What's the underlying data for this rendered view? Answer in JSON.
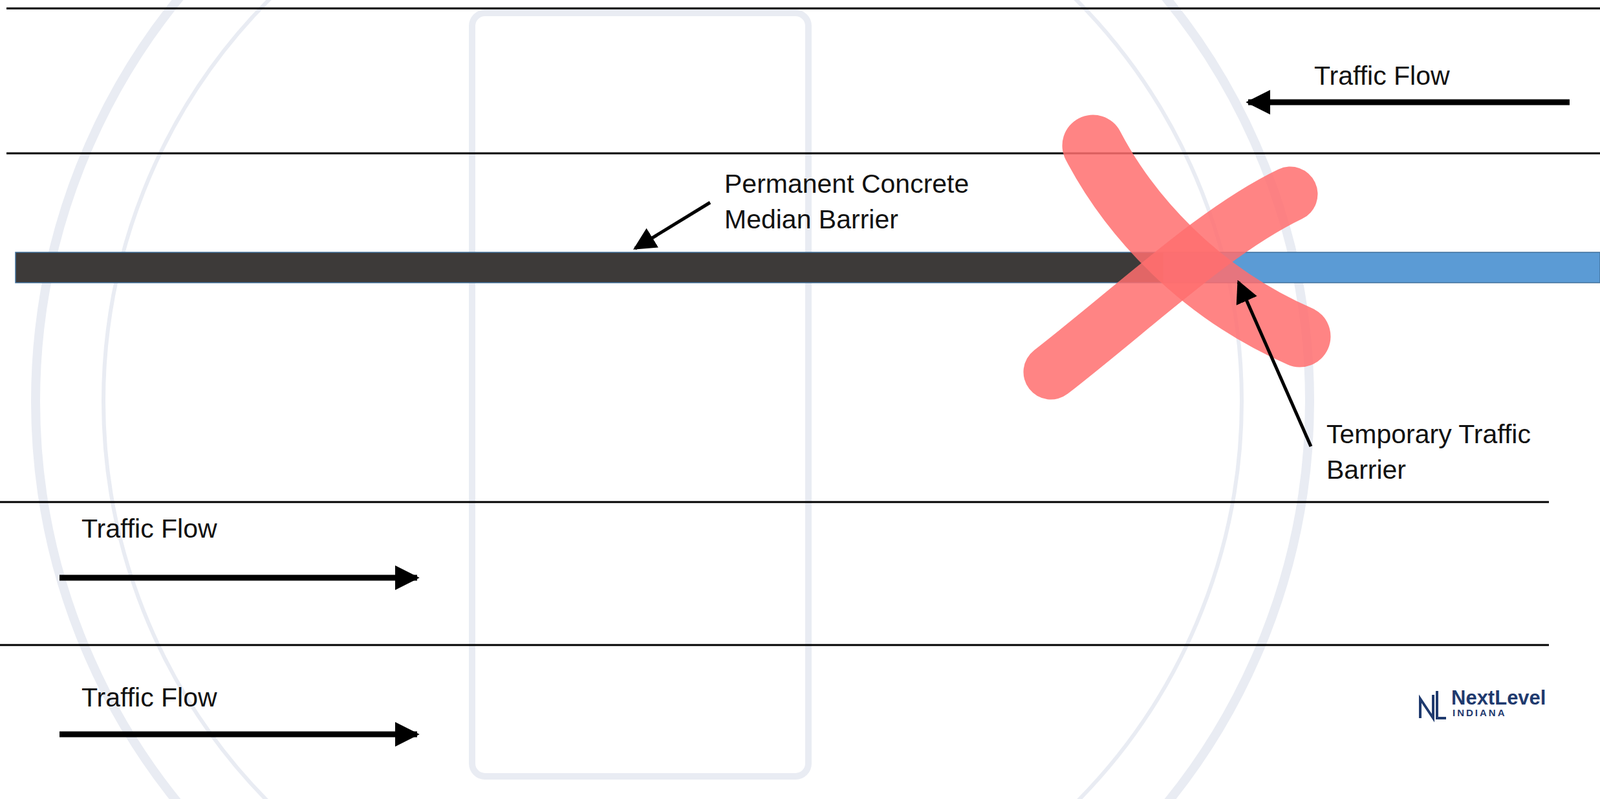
{
  "diagram": {
    "labels": [
      "Traffic Flow",
      "Permanent Concrete Median Barrier",
      "Temporary Traffic Barrier",
      "Traffic Flow",
      "Traffic Flow",
      "NextLevel",
      "INDIANA"
    ]
  }
}
